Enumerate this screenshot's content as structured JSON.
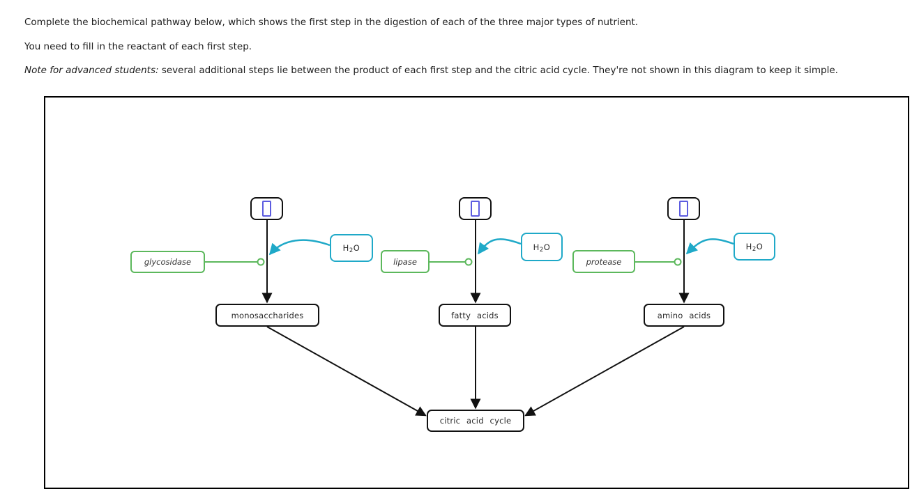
{
  "instructions": {
    "para1": "Complete the biochemical pathway below, which shows the first step in the digestion of each of the three major types of nutrient.",
    "para2": "You need to fill in the reactant of each first step.",
    "note_lead": "Note for advanced students:",
    "note_rest": "several additional steps lie between the product of each first step and the citric acid cycle. They're not shown in this diagram to keep it simple."
  },
  "diagram": {
    "formula": {
      "h": "H",
      "sub": "2",
      "o": "O"
    },
    "pathways": [
      {
        "enzyme": "glycosidase",
        "product": "monosaccharides",
        "reactant": ""
      },
      {
        "enzyme": "lipase",
        "product": "fatty acids",
        "reactant": ""
      },
      {
        "enzyme": "protease",
        "product": "amino acids",
        "reactant": ""
      }
    ],
    "terminal": "citric acid cycle"
  },
  "colors": {
    "enzyme_green": "#5cb85c",
    "water_cyan": "#1fa9c8",
    "slot_blue": "#5c5ce0",
    "line_black": "#111111"
  }
}
